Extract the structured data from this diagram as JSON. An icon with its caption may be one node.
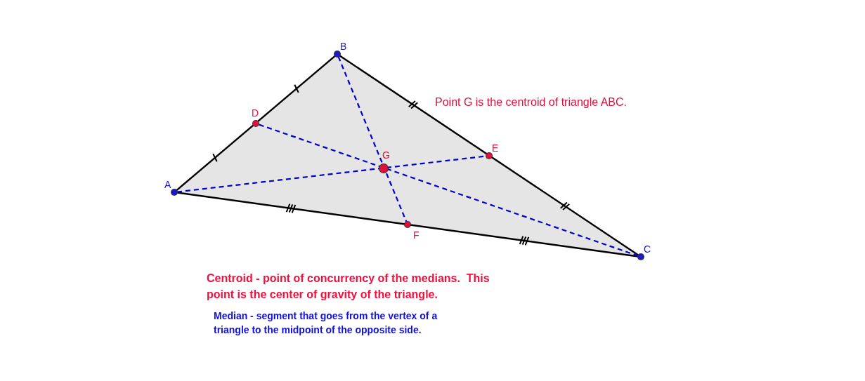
{
  "diagram": {
    "nodes": [
      {
        "text": [
          "A"
        ]
      },
      {
        "text": [
          "B"
        ]
      },
      {
        "text": [
          "C"
        ]
      },
      {
        "text": [
          "D"
        ]
      },
      {
        "text": [
          "E"
        ]
      },
      {
        "text": [
          "F"
        ]
      },
      {
        "text": [
          "G"
        ]
      }
    ],
    "edges": [
      {
        "from": 0,
        "to": 1,
        "arrow": "none"
      },
      {
        "from": 1,
        "to": 2,
        "arrow": "none"
      },
      {
        "from": 2,
        "to": 0,
        "arrow": "none"
      },
      {
        "from": 0,
        "to": 4,
        "arrow": "none",
        "style": "dashed",
        "color": "#0000cc"
      },
      {
        "from": 1,
        "to": 5,
        "arrow": "none",
        "style": "dashed",
        "color": "#0000cc"
      },
      {
        "from": 2,
        "to": 3,
        "arrow": "none",
        "style": "dashed",
        "color": "#0000cc"
      }
    ],
    "labels": [
      "Point G is the centroid of triangle ABC.",
      "Centroid - point of concurrency of the medians.  This point is the center of gravity of the triangle.",
      "Median - segment that goes from the vertex of a triangle to the midpoint of the opposite side."
    ]
  }
}
